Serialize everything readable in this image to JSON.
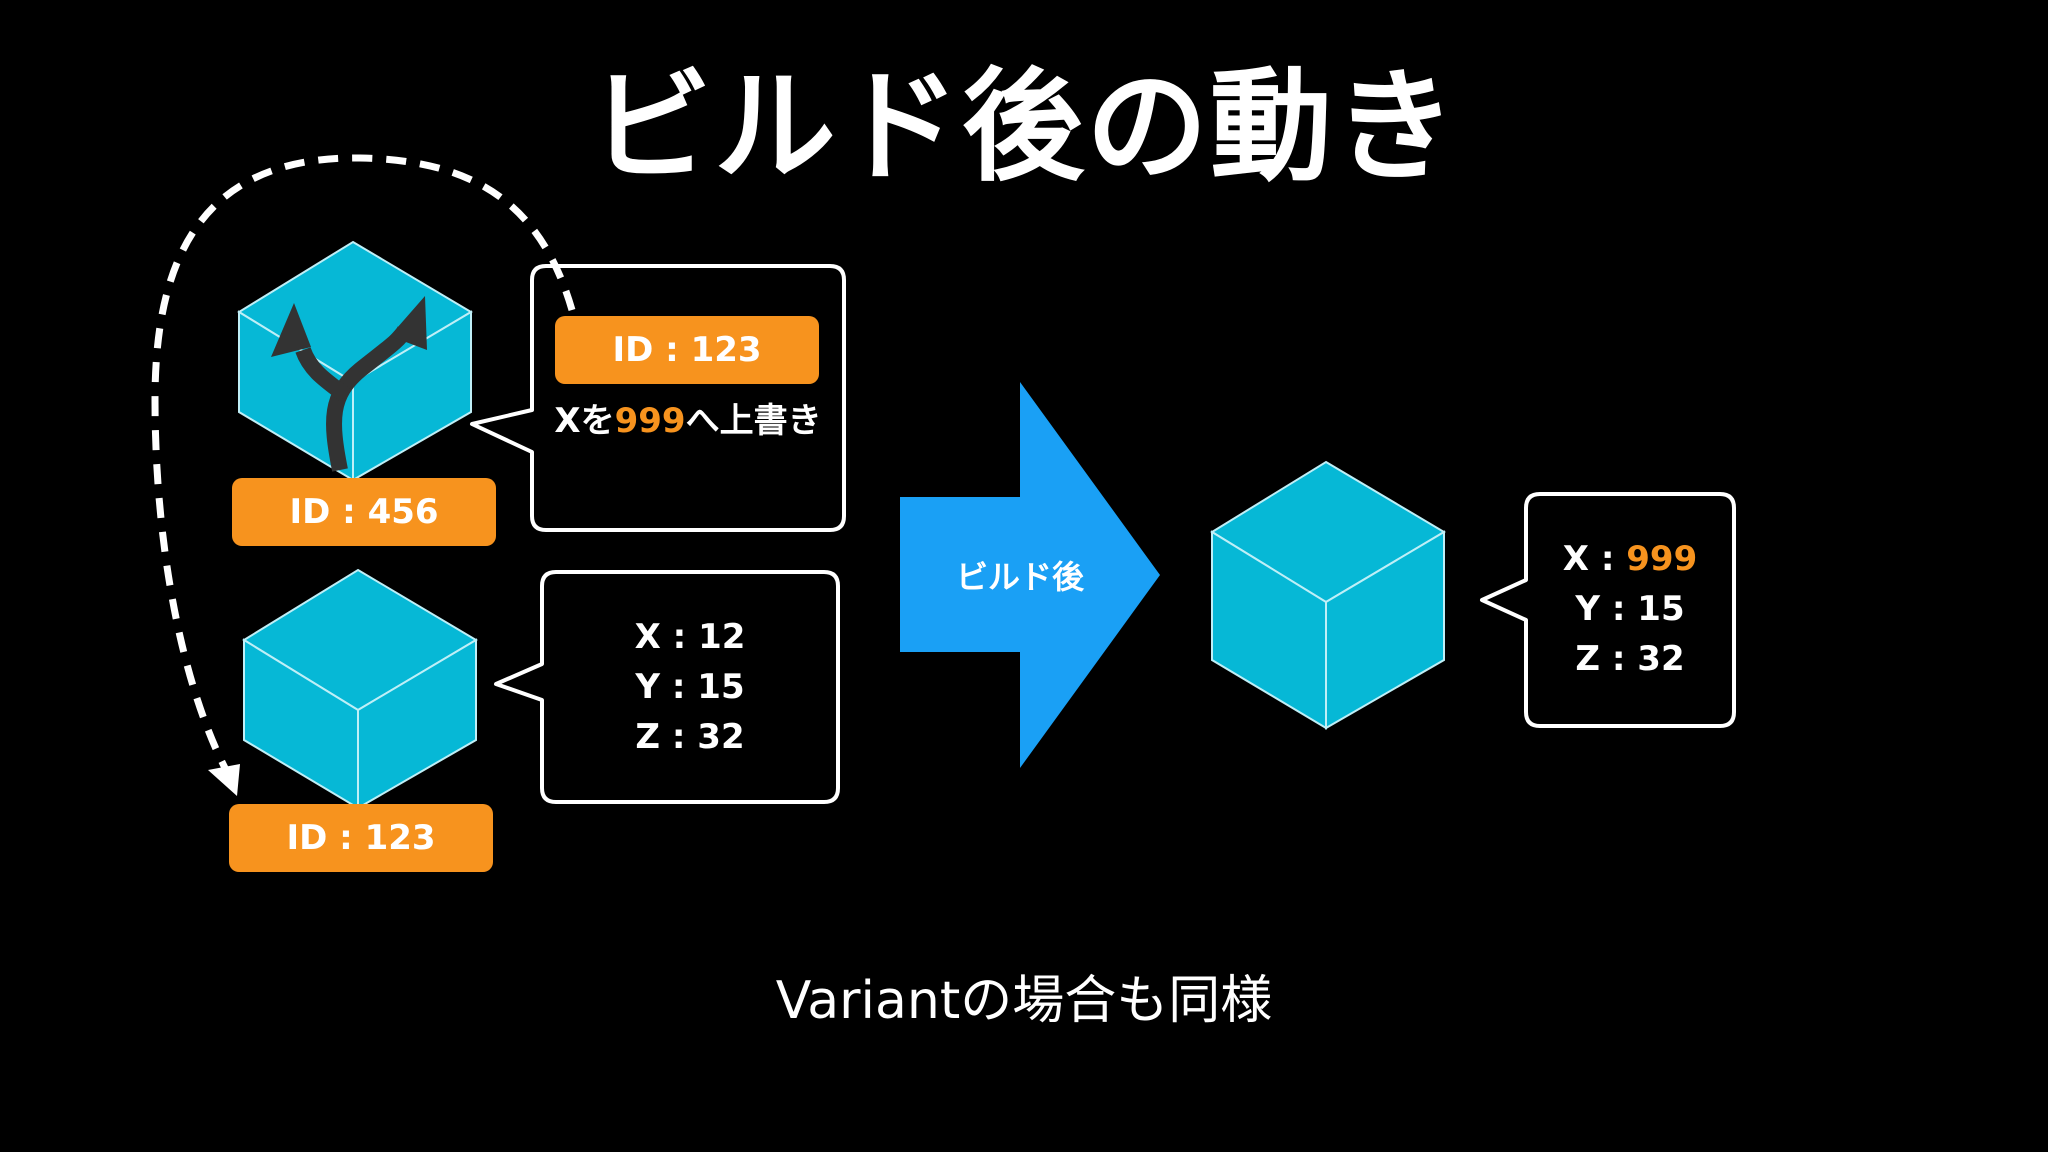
{
  "title": "ビルド後の動き",
  "footer_note": "Variantの場合も同様",
  "colors": {
    "background": "#000000",
    "cube_face": "#06b8d6",
    "cube_edge": "#bfeff7",
    "tag_orange": "#f7931e",
    "big_arrow": "#1aa0f5",
    "branch_arrow": "#333333",
    "dashed_path": "#ffffff"
  },
  "icons": {
    "branch": "branch-arrows-icon",
    "dashed_path": "dashed-curved-arrow-icon"
  },
  "before": {
    "top_entity": {
      "id_tag": "ID : 456",
      "override_box": {
        "id_tag": "ID : 123",
        "text_prefix": "Xを",
        "text_value": "999",
        "text_suffix": "へ上書き"
      }
    },
    "bottom_entity": {
      "id_tag": "ID : 123",
      "props": {
        "x": "X : 12",
        "y": "Y : 15",
        "z": "Z : 32"
      }
    }
  },
  "transition": {
    "label": "ビルド後"
  },
  "after": {
    "props": {
      "x_prefix": "X : ",
      "x_value": "999",
      "y": "Y : 15",
      "z": "Z : 32"
    }
  }
}
